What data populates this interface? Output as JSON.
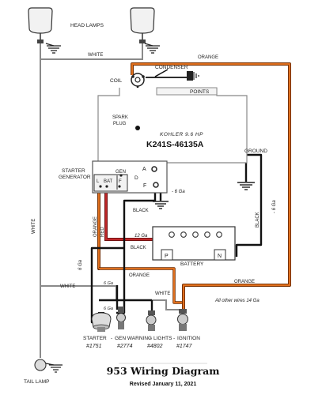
{
  "labels": {
    "head_lamps": "HEAD LAMPS",
    "white_top": "WHITE",
    "orange_top": "ORANGE",
    "condenser": "CONDENSER",
    "coil": "COIL",
    "points": "POINTS",
    "spark_plug_1": "SPARK",
    "spark_plug_2": "PLUG",
    "engine_model": "KOHLER 9.6 HP",
    "engine_code": "K241S-46135A",
    "ground": "GROUND",
    "starter_generator_1": "STARTER",
    "starter_generator_2": "GENERATOR",
    "gen": "GEN",
    "bat": "BAT",
    "term_a": "A",
    "term_f": "F",
    "term_l": "L",
    "term_f2": "F",
    "term_d": "D",
    "ga6_gen": "- 6 Ga",
    "ga6_right": "- 6 Ga",
    "black_mid": "BLACK",
    "black_right": "BLACK",
    "white_left": "WHITE",
    "red": "RED",
    "orange_vert": "ORANGE",
    "ga12": "12 Ga",
    "black_bat": "BLACK",
    "term_p": "P",
    "term_n": "N",
    "battery": "BATTERY",
    "ga6_left": "6 Ga",
    "white_mid": "WHITE",
    "orange_mid": "ORANGE",
    "orange_right": "ORANGE",
    "ga6_sw": "6 Ga",
    "ga6_sw2": "6 Ga",
    "white_sw": "WHITE",
    "other_wires": "All other wires 14 Ga",
    "sw_starter": "STARTER",
    "sw_gen_warning": "GEN WARNING",
    "sw_lights": "LIGHTS",
    "sw_ignition": "IGNITION",
    "part_1751": "#1751",
    "part_2774": "#2774",
    "part_4802": "#4802",
    "part_1747": "#1747",
    "tail_lamp": "TAIL LAMP",
    "title": "953 Wiring Diagram",
    "revised": "Revised January 11, 2021"
  },
  "colors": {
    "orange_wire": "#e0701e",
    "red_wire": "#c0282a",
    "black_wire": "#111111",
    "white_wire": "#8a8a8a"
  }
}
